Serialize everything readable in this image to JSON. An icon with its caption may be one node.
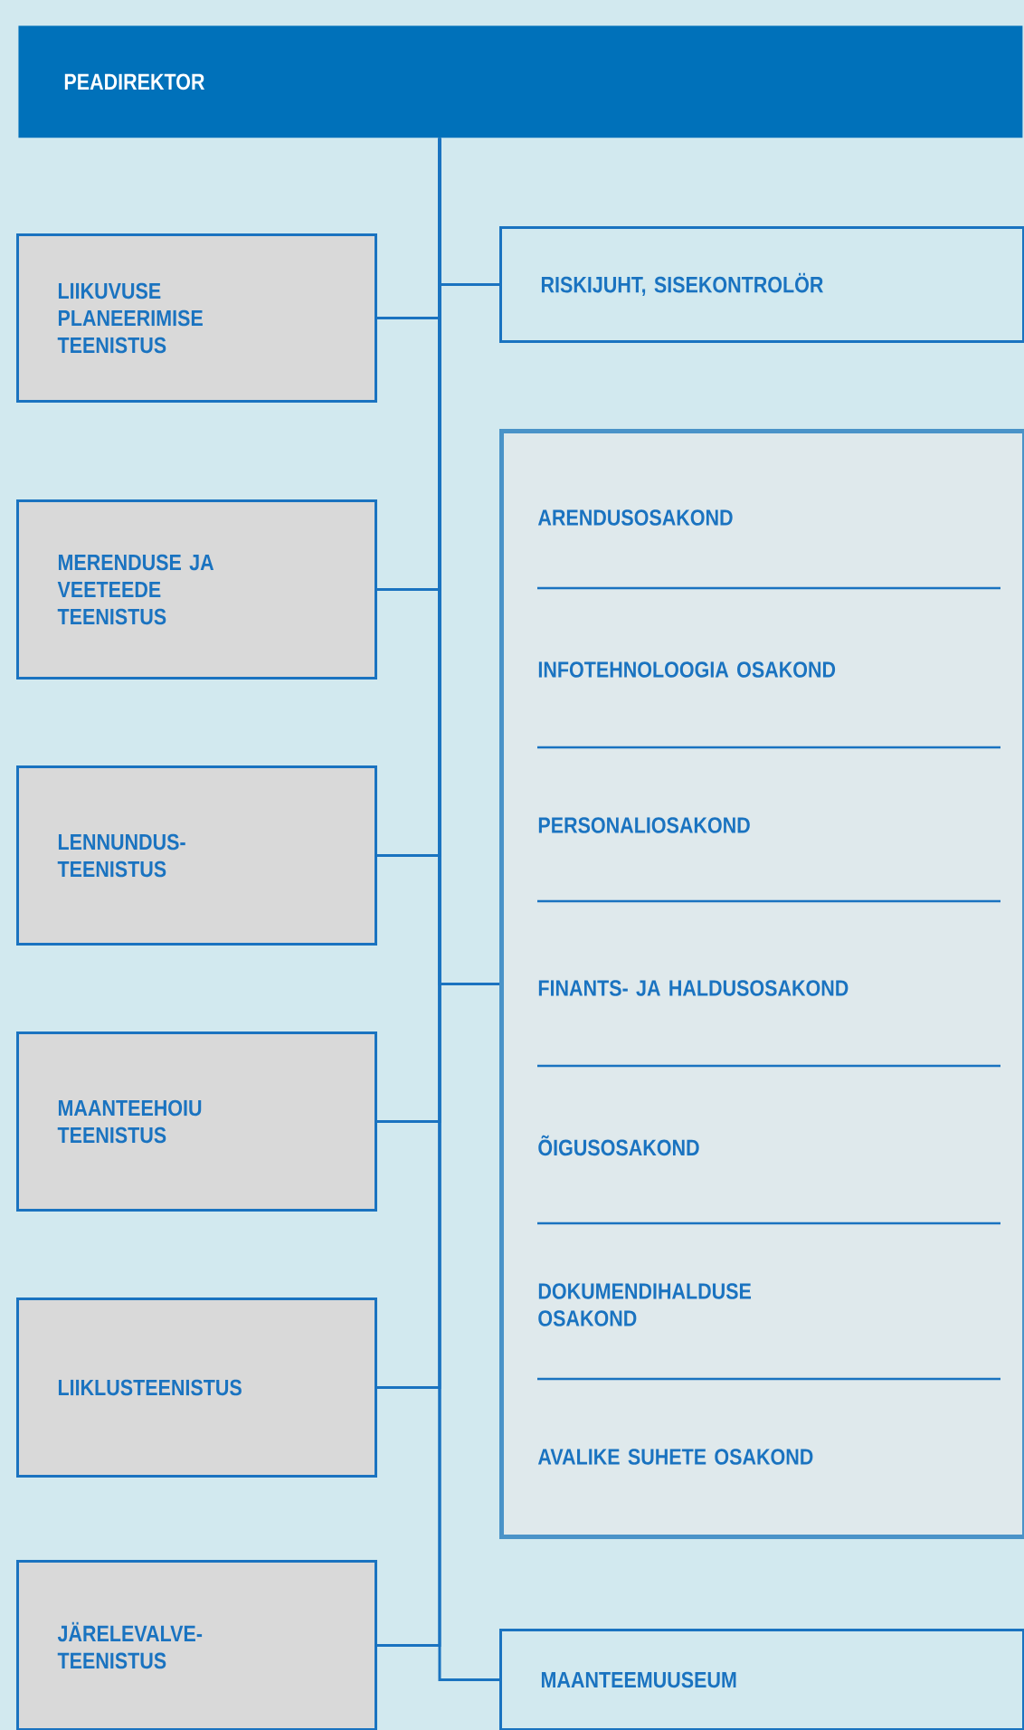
{
  "diagram": {
    "nodes": [
      {
        "text": [
          "PEADIREKTOR"
        ]
      },
      {
        "text": [
          "LIIKUVUSE PLANEERIMISE TEENISTUS"
        ]
      },
      {
        "text": [
          "RISKIJUHT, SISEKONTROLÖR"
        ]
      },
      {
        "text": [
          "MERENDUSE JA VEETEEDE TEENISTUS"
        ]
      },
      {
        "text": [],
        "shape": "box"
      },
      {
        "text": [
          "ARENDUSOSAKOND"
        ],
        "in": 4
      },
      {
        "text": [
          "INFOTEHNOLOOGIA OSAKOND"
        ],
        "in": 4
      },
      {
        "text": [
          "PERSONALIOSAKOND"
        ],
        "in": 4
      },
      {
        "text": [
          "FINANTS- JA HALDUSOSAKOND"
        ],
        "in": 4
      },
      {
        "text": [
          "ÕIGUSOSAKOND"
        ],
        "in": 4
      },
      {
        "text": [
          "DOKUMENDIHALDUSE OSAKOND"
        ],
        "in": 4
      },
      {
        "text": [
          "AVALIKE SUHETE OSAKOND"
        ],
        "in": 4
      },
      {
        "text": [
          "LENNUNDUS-TEENISTUS"
        ]
      },
      {
        "text": [
          "MAANTEEHOIU TEENISTUS"
        ]
      },
      {
        "text": [
          "LIIKLUSTEENISTUS"
        ]
      },
      {
        "text": [
          "JÄRELEVALVE-TEENISTUS"
        ]
      },
      {
        "text": [
          "MAANTEEMUUSEUM"
        ]
      }
    ],
    "edges": [
      {
        "from": 0,
        "to": 1,
        "arrow": "none"
      },
      {
        "from": 0,
        "to": 2,
        "arrow": "none"
      },
      {
        "from": 0,
        "to": 3,
        "arrow": "none"
      },
      {
        "from": 0,
        "to": 4,
        "arrow": "none"
      },
      {
        "from": 0,
        "to": 12,
        "arrow": "none"
      },
      {
        "from": 0,
        "to": 13,
        "arrow": "none"
      },
      {
        "from": 0,
        "to": 14,
        "arrow": "none"
      },
      {
        "from": 0,
        "to": 15,
        "arrow": "none"
      },
      {
        "from": 0,
        "to": 16,
        "arrow": "none"
      }
    ]
  }
}
